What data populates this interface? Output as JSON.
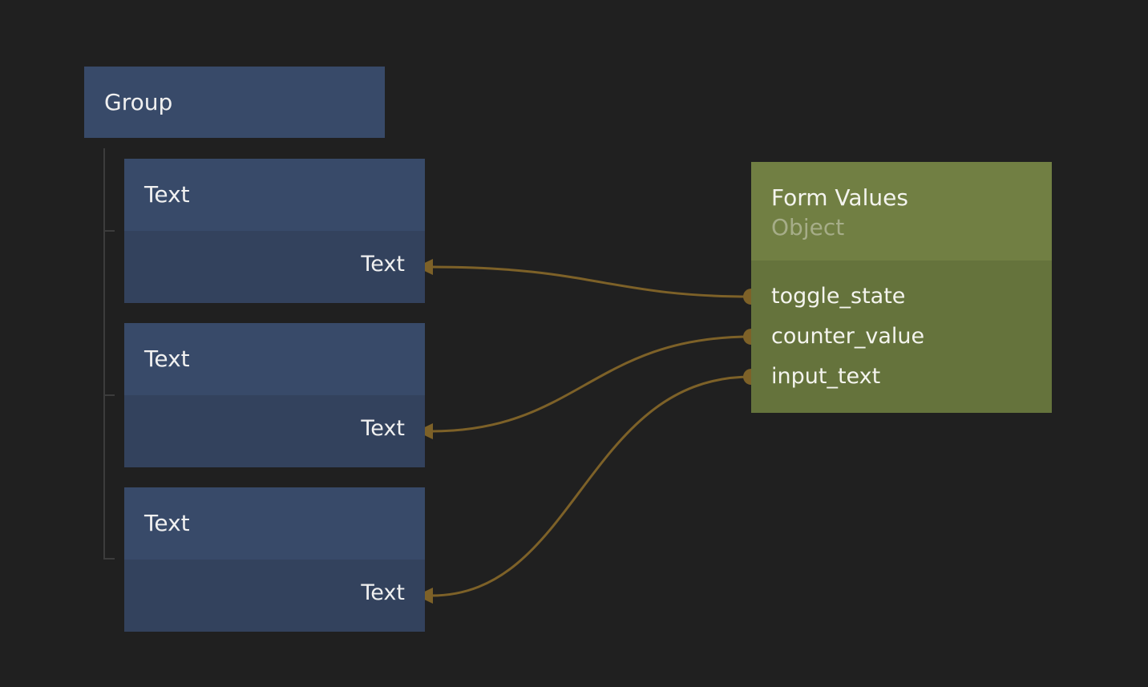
{
  "colors": {
    "background": "#202020",
    "visual_node": "#384a69",
    "visual_node_body": "#33425d",
    "object_node": "#717f43",
    "object_node_body": "#65733c",
    "connection": "#7d6128"
  },
  "group_node": {
    "title": "Group"
  },
  "text_nodes": [
    {
      "title": "Text",
      "input_port": "Text"
    },
    {
      "title": "Text",
      "input_port": "Text"
    },
    {
      "title": "Text",
      "input_port": "Text"
    }
  ],
  "object_node": {
    "title": "Form Values",
    "type": "Object",
    "ports": [
      {
        "label": "toggle_state"
      },
      {
        "label": "counter_value"
      },
      {
        "label": "input_text"
      }
    ]
  },
  "connections": [
    {
      "from": "toggle_state",
      "to_node": 0,
      "to_port": "Text"
    },
    {
      "from": "counter_value",
      "to_node": 1,
      "to_port": "Text"
    },
    {
      "from": "input_text",
      "to_node": 2,
      "to_port": "Text"
    }
  ]
}
